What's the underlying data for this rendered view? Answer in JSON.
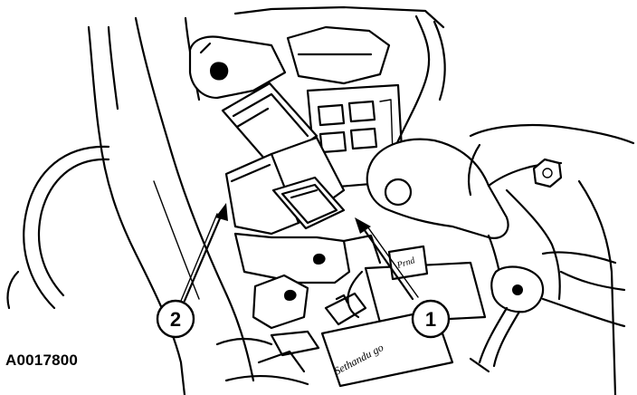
{
  "figure_id": "A0017800",
  "callouts": [
    {
      "label": "1"
    },
    {
      "label": "2"
    }
  ],
  "part_markings": {
    "tag_small": "Prnd",
    "tag_script": "Sethandu go"
  }
}
